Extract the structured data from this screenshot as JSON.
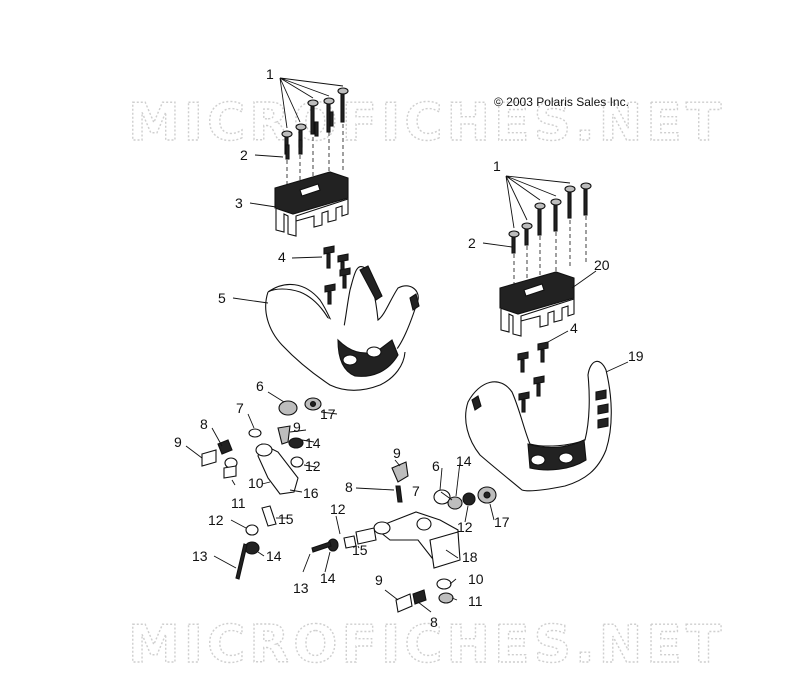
{
  "copyright": "© 2003 Polaris Sales Inc.",
  "watermark": "MICROFICHES.NET",
  "callouts": {
    "c1a": "1",
    "c2a": "2",
    "c3": "3",
    "c4a": "4",
    "c5": "5",
    "c1b": "1",
    "c2b": "2",
    "c20": "20",
    "c4b": "4",
    "c19": "19",
    "c6a": "6",
    "c17a": "17",
    "c7a": "7",
    "c8a": "8",
    "c9a": "9",
    "c9b": "9",
    "c14a": "14",
    "c12a": "12",
    "c10a": "10",
    "c16": "16",
    "c11a": "11",
    "c12b": "12",
    "c15a": "15",
    "c13a": "13",
    "c14b": "14",
    "c9c": "9",
    "c8b": "8",
    "c6b": "6",
    "c14c": "14",
    "c7b": "7",
    "c12c": "12",
    "c17b": "17",
    "c12d": "12",
    "c15b": "15",
    "c13b": "13",
    "c14d": "14",
    "c18": "18",
    "c10b": "10",
    "c11b": "11",
    "c9d": "9",
    "c8c": "8"
  }
}
